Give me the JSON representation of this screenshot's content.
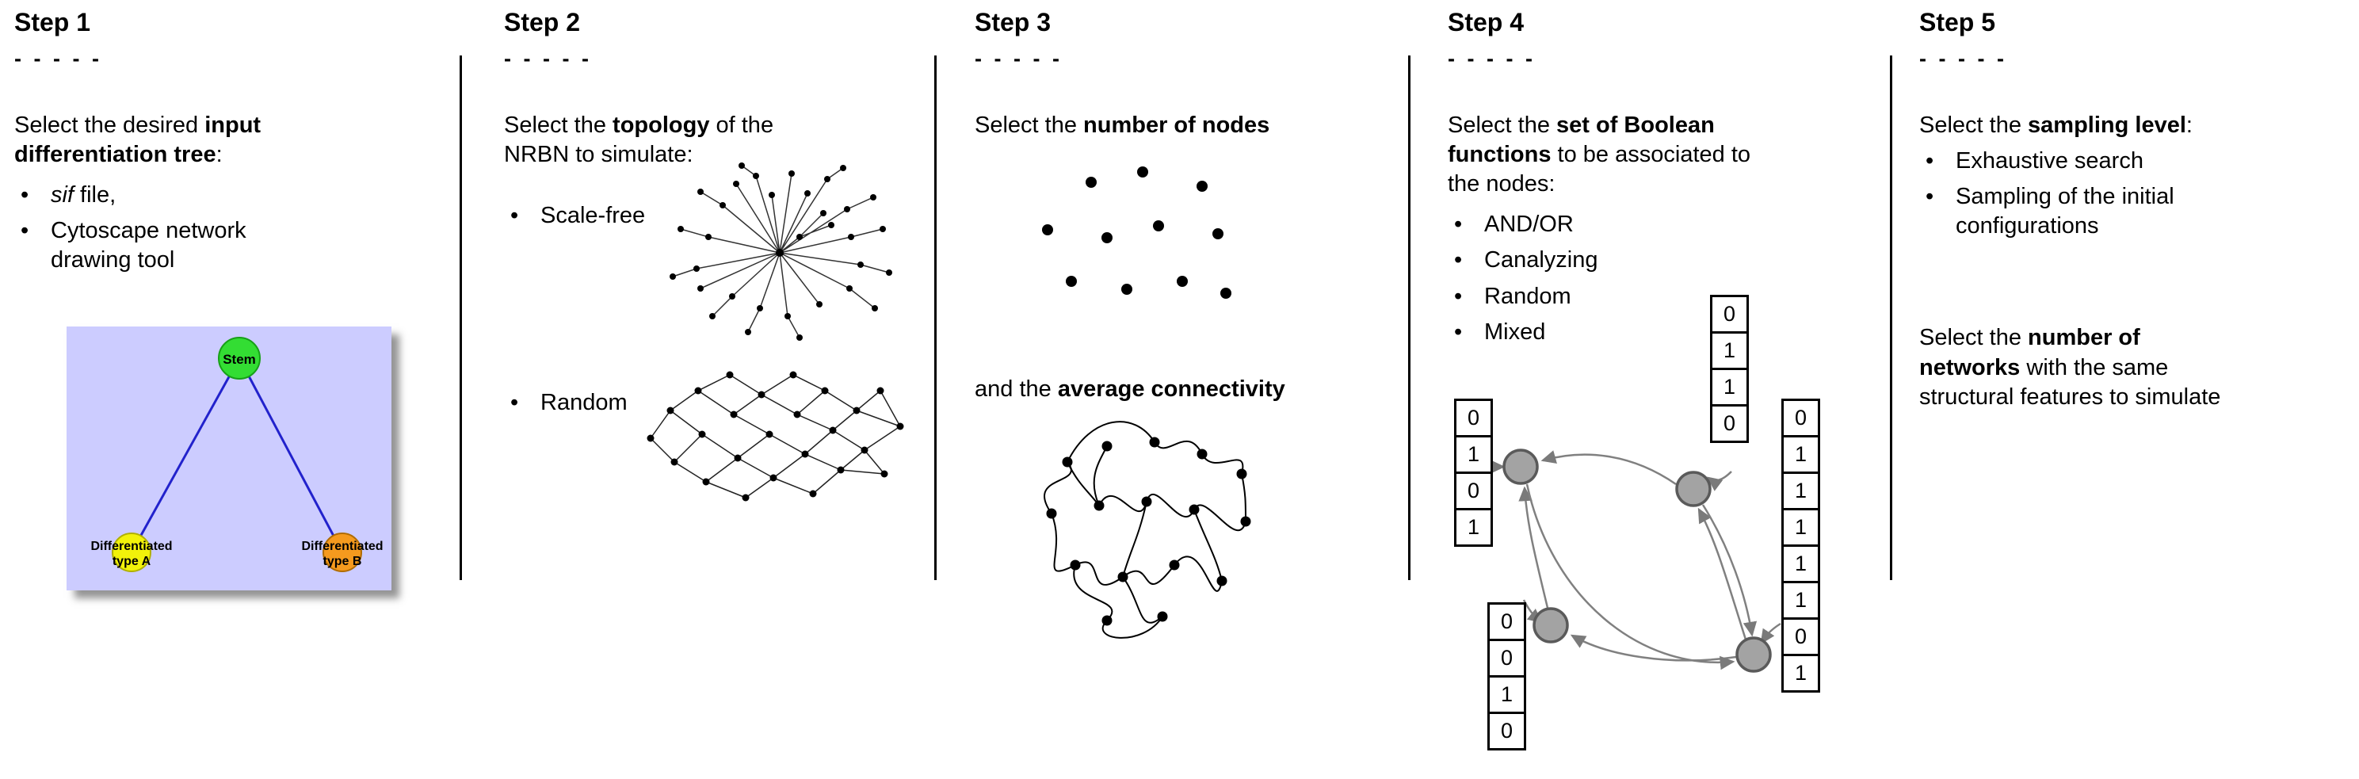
{
  "colors": {
    "tree_bg": "#ccccff",
    "stem_fill": "#33dd33",
    "typeA_fill": "#f2f20a",
    "typeB_fill": "#f59a1e",
    "tree_edge": "#2222cc"
  },
  "step1": {
    "title": "Step 1",
    "dashes": "- - - - -",
    "intro": {
      "l1_pre": "Select the desired ",
      "l1_bold": "input",
      "l2_bold": "differentiation tree",
      "l2_post": ":"
    },
    "bullet1": {
      "italic": "sif",
      "rest": " file,"
    },
    "bullet2": {
      "l1": "Cytoscape network",
      "l2": "drawing tool"
    },
    "tree": {
      "stem": "Stem",
      "typeA_l1": "Differentiated",
      "typeA_l2": "type A",
      "typeB_l1": "Differentiated",
      "typeB_l2": "type B"
    }
  },
  "step2": {
    "title": "Step 2",
    "dashes": "- - - - -",
    "intro": {
      "l1_pre": "Select the ",
      "l1_bold": "topology",
      "l1_post": " of the",
      "l2": "NRBN to simulate:"
    },
    "bullet1": "Scale-free",
    "bullet2": "Random"
  },
  "step3": {
    "title": "Step 3",
    "dashes": "- - - - -",
    "line1": {
      "pre": "Select the ",
      "bold": "number of nodes"
    },
    "line2": {
      "pre": "and the ",
      "bold": "average connectivity"
    }
  },
  "step4": {
    "title": "Step 4",
    "dashes": "- - - - -",
    "intro": {
      "l1_pre": "Select the ",
      "l1_bold": "set of Boolean",
      "l2_bold": "functions",
      "l2_post": " to be associated to",
      "l3": "the nodes:"
    },
    "bullets": [
      "AND/OR",
      "Canalyzing",
      "Random",
      "Mixed"
    ],
    "tables": {
      "top": [
        "0",
        "1",
        "1",
        "0"
      ],
      "left": [
        "0",
        "1",
        "0",
        "1"
      ],
      "bottom_left": [
        "0",
        "0",
        "1",
        "0"
      ],
      "right": [
        "0",
        "1",
        "1",
        "1",
        "1",
        "1",
        "0",
        "1"
      ]
    }
  },
  "step5": {
    "title": "Step 5",
    "dashes": "- - - - -",
    "intro": {
      "pre": "Select the ",
      "bold": "sampling level",
      "post": ":"
    },
    "bullet1": "Exhaustive search",
    "bullet2": {
      "l1": "Sampling of the initial",
      "l2": "configurations"
    },
    "para2": {
      "l1_pre": "Select the ",
      "l1_bold": "number of",
      "l2_bold": "networks",
      "l2_post": " with the same",
      "l3": "structural features to simulate"
    }
  }
}
